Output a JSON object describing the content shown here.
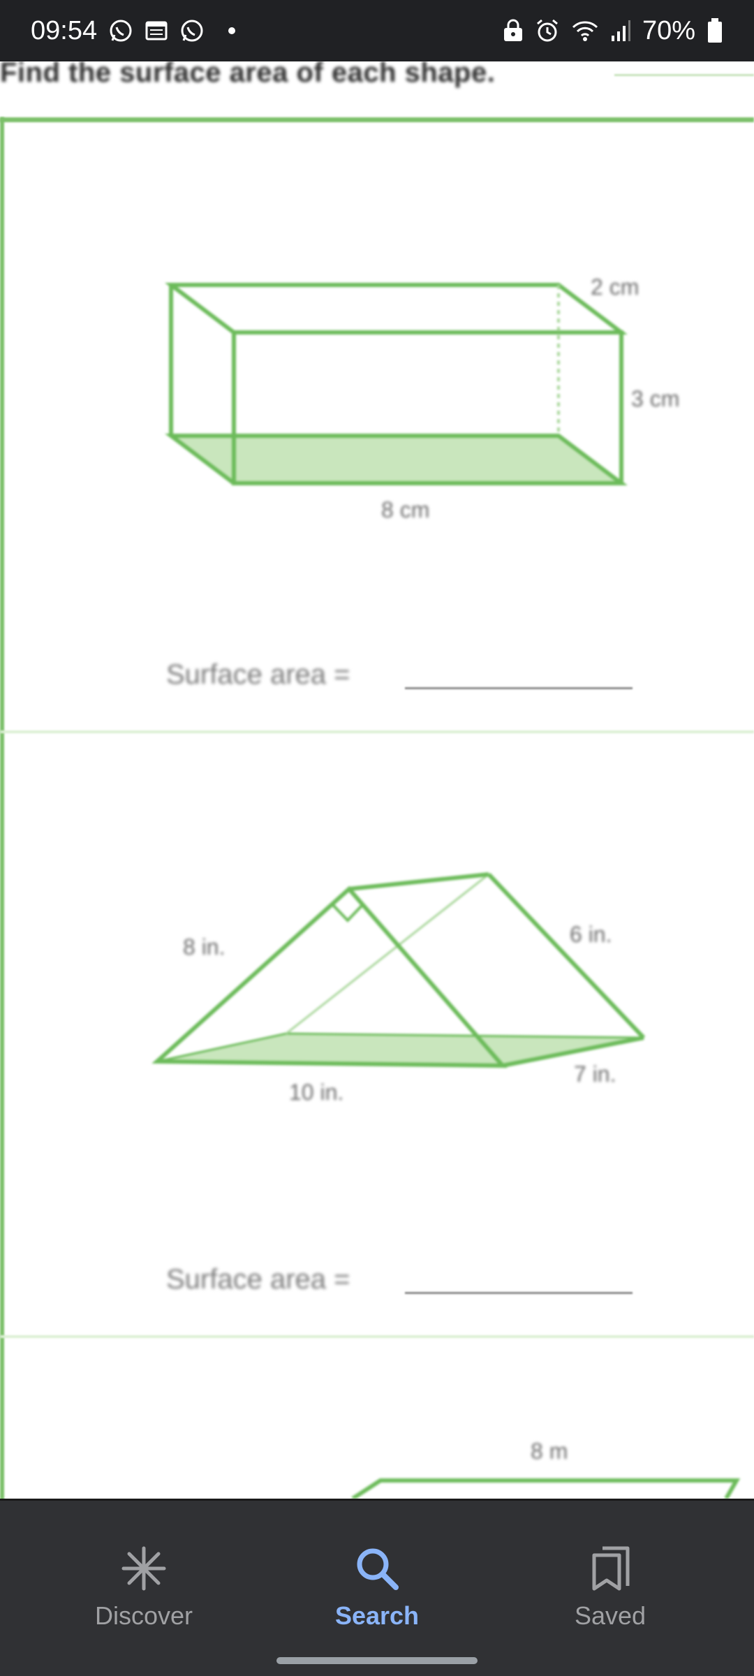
{
  "status_bar": {
    "time": "09:54",
    "battery": "70%",
    "left_icons": [
      "whatsapp-icon",
      "calendar-icon",
      "whatsapp-icon",
      "dot-icon"
    ],
    "right_icons": [
      "lock-icon",
      "alarm-icon",
      "wifi-icon",
      "signal-icon",
      "battery-icon"
    ]
  },
  "worksheet": {
    "instruction": "Find the surface area of each shape.",
    "problem1": {
      "shape": "rectangular prism",
      "dims": {
        "depth": "2 cm",
        "height": "3 cm",
        "length": "8 cm"
      },
      "answer_label": "Surface area ="
    },
    "problem2": {
      "shape": "triangular prism",
      "dims": {
        "slant_left": "8 in.",
        "slant_right": "6 in.",
        "length": "7 in.",
        "base": "10 in."
      },
      "answer_label": "Surface area ="
    },
    "problem3": {
      "dims": {
        "top": "8 m"
      }
    },
    "colors": {
      "shape_stroke": "#6cbb5a",
      "shape_fill": "#c9e6bd",
      "frame": "#7cc06a"
    }
  },
  "nav": {
    "items": [
      {
        "label": "Discover",
        "icon": "asterisk-icon",
        "active": false
      },
      {
        "label": "Search",
        "icon": "search-icon",
        "active": true
      },
      {
        "label": "Saved",
        "icon": "bookmarks-icon",
        "active": false
      }
    ],
    "active_color": "#8ab4f8",
    "inactive_color": "#a0a1a4"
  }
}
